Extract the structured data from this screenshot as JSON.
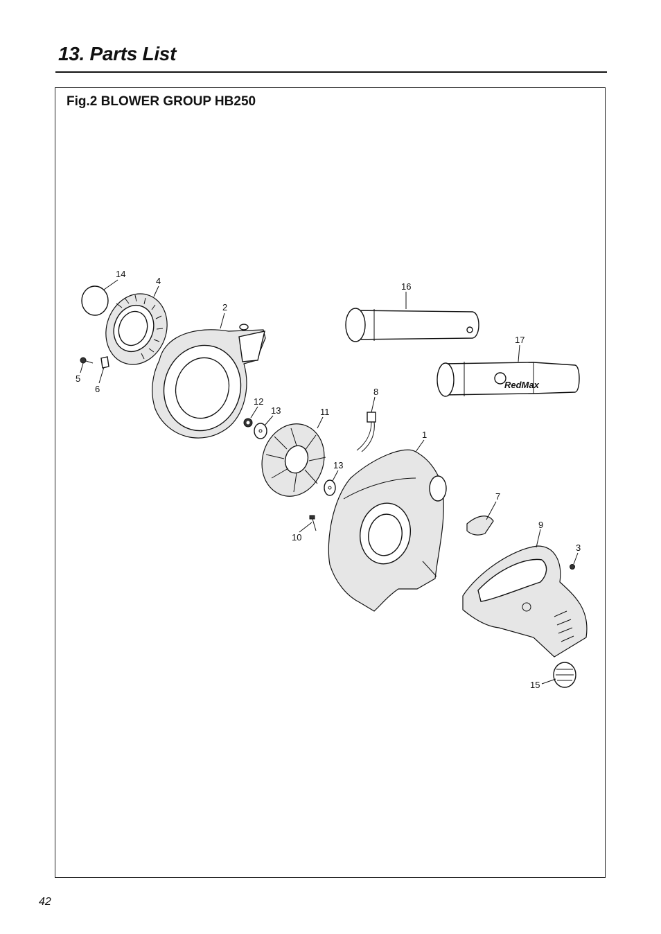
{
  "header": {
    "title": "13. Parts List"
  },
  "figure": {
    "caption": "Fig.2 BLOWER GROUP HB250",
    "callouts": [
      "14",
      "4",
      "2",
      "16",
      "17",
      "5",
      "6",
      "8",
      "12",
      "13",
      "11",
      "1",
      "13",
      "7",
      "10",
      "9",
      "3",
      "15"
    ],
    "logo_text": "RedMax"
  },
  "footer": {
    "page_number": "42"
  }
}
